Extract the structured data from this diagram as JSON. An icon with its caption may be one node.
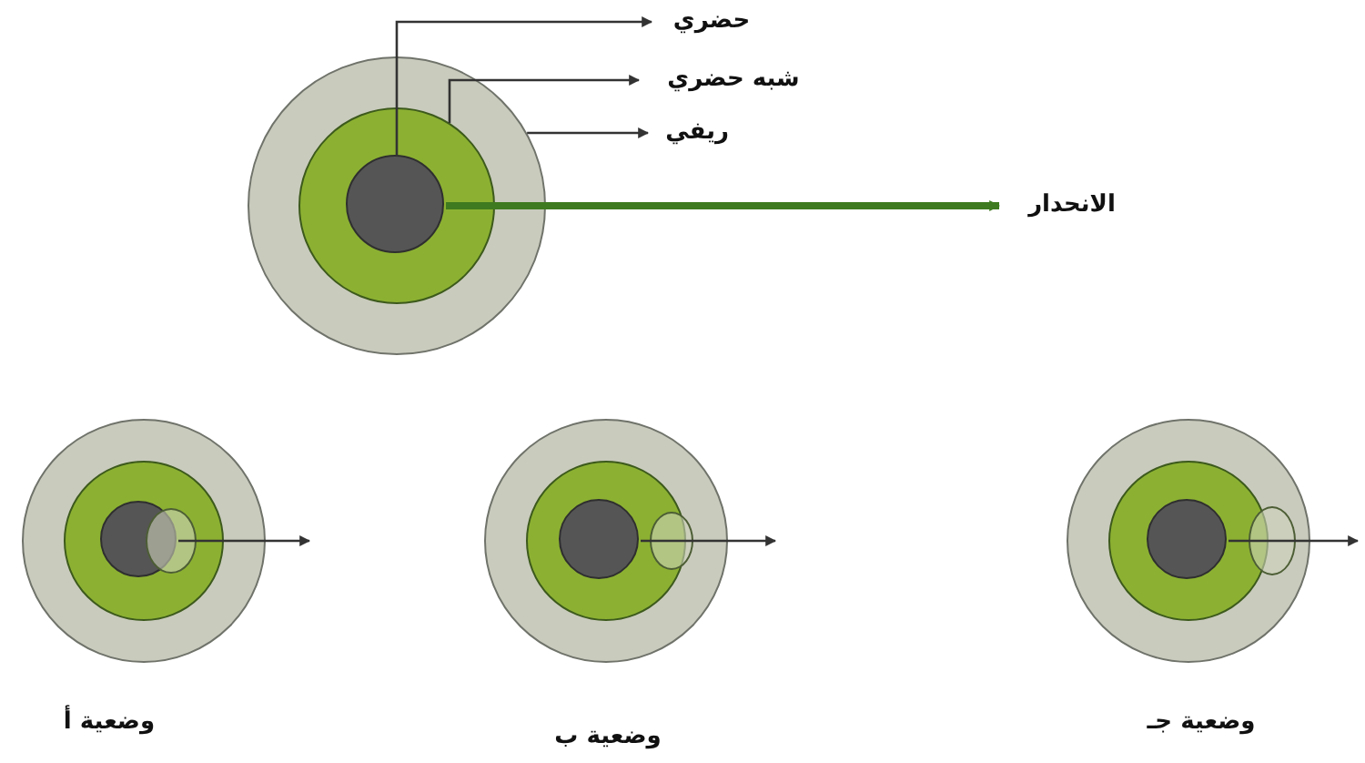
{
  "diagram": {
    "nodes": [
      {
        "text": [],
        "shape": "circle"
      },
      {
        "text": [],
        "shape": "circle",
        "in": 0
      },
      {
        "text": [],
        "shape": "circle",
        "in": 1
      },
      {
        "text": [
          "حضري"
        ]
      },
      {
        "text": [
          "شبه حضري"
        ]
      },
      {
        "text": [
          "ريفي"
        ]
      },
      {
        "text": [
          "الانحدار"
        ]
      },
      {
        "text": [],
        "shape": "circle",
        "beside": [
          "وضعية أ"
        ]
      },
      {
        "text": [],
        "shape": "circle",
        "in": 7
      },
      {
        "text": [],
        "shape": "circle",
        "in": 8
      },
      {
        "text": [],
        "shape": "ellipse",
        "in": 8
      },
      {
        "text": [],
        "shape": "circle",
        "beside": [
          "وضعية ب"
        ]
      },
      {
        "text": [],
        "shape": "circle",
        "in": 11
      },
      {
        "text": [],
        "shape": "circle",
        "in": 12
      },
      {
        "text": [],
        "shape": "ellipse",
        "in": 11
      },
      {
        "text": [],
        "shape": "circle",
        "beside": [
          "وضعية جـ"
        ]
      },
      {
        "text": [],
        "shape": "circle",
        "in": 15
      },
      {
        "text": [],
        "shape": "circle",
        "in": 16
      },
      {
        "text": [],
        "shape": "ellipse",
        "in": 15
      }
    ],
    "edges": [
      {
        "from": 2,
        "to": 3,
        "arrow": "to"
      },
      {
        "from": 1,
        "to": 4,
        "arrow": "to"
      },
      {
        "from": 0,
        "to": 5,
        "arrow": "to"
      },
      {
        "from": 2,
        "to": 6,
        "arrow": "to",
        "style": "thick",
        "color": "#3e7a1f"
      },
      {
        "from": 9,
        "to": null,
        "arrow": "to"
      },
      {
        "from": 13,
        "to": null,
        "arrow": "to"
      },
      {
        "from": 17,
        "to": null,
        "arrow": "to"
      }
    ]
  }
}
